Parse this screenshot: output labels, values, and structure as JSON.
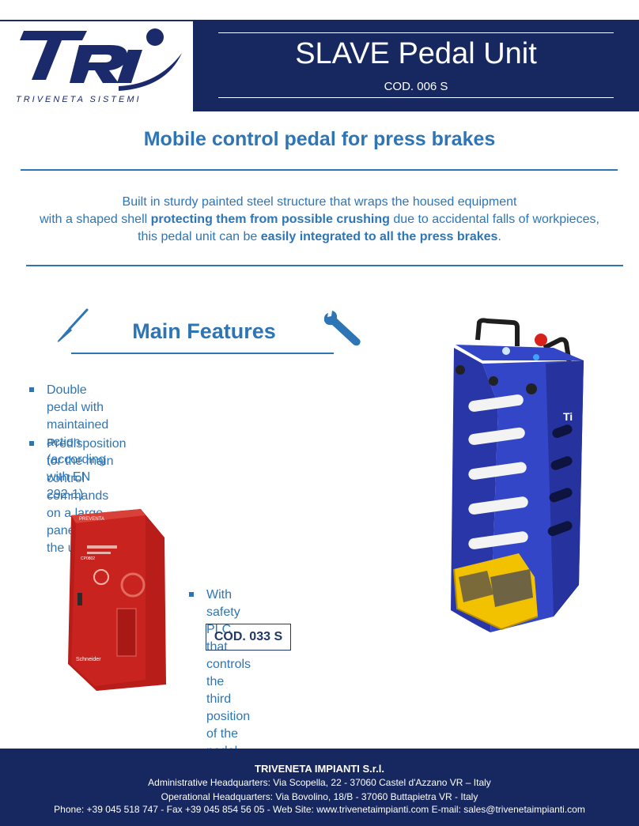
{
  "header": {
    "logo_text": "TRIVENETA SISTEMI",
    "title": "SLAVE Pedal Unit",
    "code": "COD. 006 S"
  },
  "subtitle": "Mobile control pedal for press brakes",
  "intro": {
    "line1": "Built in sturdy painted steel structure that wraps the housed equipment",
    "line2_a": "with a shaped shell ",
    "line2_b": "protecting them from possible crushing",
    "line2_c": " due to accidental falls of workpieces,",
    "line3_a": "this pedal unit can be ",
    "line3_b": "easily integrated to all the press brakes",
    "line3_c": "."
  },
  "features": {
    "title": "Main Features",
    "items": [
      {
        "line1": "Double pedal with maintained action",
        "line2": "(according with EN 292-1)"
      },
      {
        "line1": "Predisposition for the main control commands",
        "line2": "on a large panel made in the upper part"
      },
      {
        "line1": "With safety PLC that controls the",
        "line2": "third position of the pedal"
      }
    ],
    "plc_code": "COD. 033 S"
  },
  "plc_labels": {
    "brand_top": "PREVENTA",
    "model": "CP0802",
    "brand": "Schneider"
  },
  "footer": {
    "company": "TRIVENETA IMPIANTI S.r.l.",
    "line1": "Administrative Headquarters: Via Scopella, 22 - 37060 Castel d'Azzano VR – Italy",
    "line2": "Operational Headquarters: Via Bovolino, 18/B - 37060 Buttapietra VR - Italy",
    "line3": "Phone: +39 045 518 747 - Fax +39 045 854 56 05 - Web Site: www.trivenetaimpianti.com  E-mail: sales@trivenetaimpianti.com"
  },
  "colors": {
    "navy": "#16285f",
    "accent": "#2e75b6",
    "plc_red": "#c8231e",
    "pedal_blue": "#2f3fbf",
    "pedal_yellow": "#f2c200"
  }
}
